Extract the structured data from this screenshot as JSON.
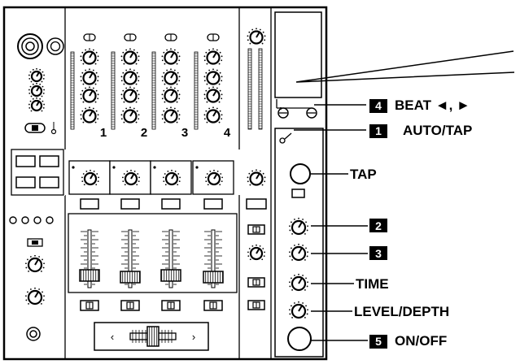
{
  "channel_numbers": [
    "1",
    "2",
    "3",
    "4"
  ],
  "callouts": {
    "beat": {
      "badge": "4",
      "label": "BEAT ◄, ►"
    },
    "auto_tap": {
      "badge": "1",
      "label": "AUTO/TAP"
    },
    "tap": {
      "label": "TAP"
    },
    "item2": {
      "badge": "2"
    },
    "item3": {
      "badge": "3"
    },
    "time": {
      "label": "TIME"
    },
    "level_depth": {
      "label": "LEVEL/DEPTH"
    },
    "on_off": {
      "badge": "5",
      "label": "ON/OFF"
    }
  },
  "crossfader_arrows": {
    "left": "‹",
    "right": "›"
  }
}
